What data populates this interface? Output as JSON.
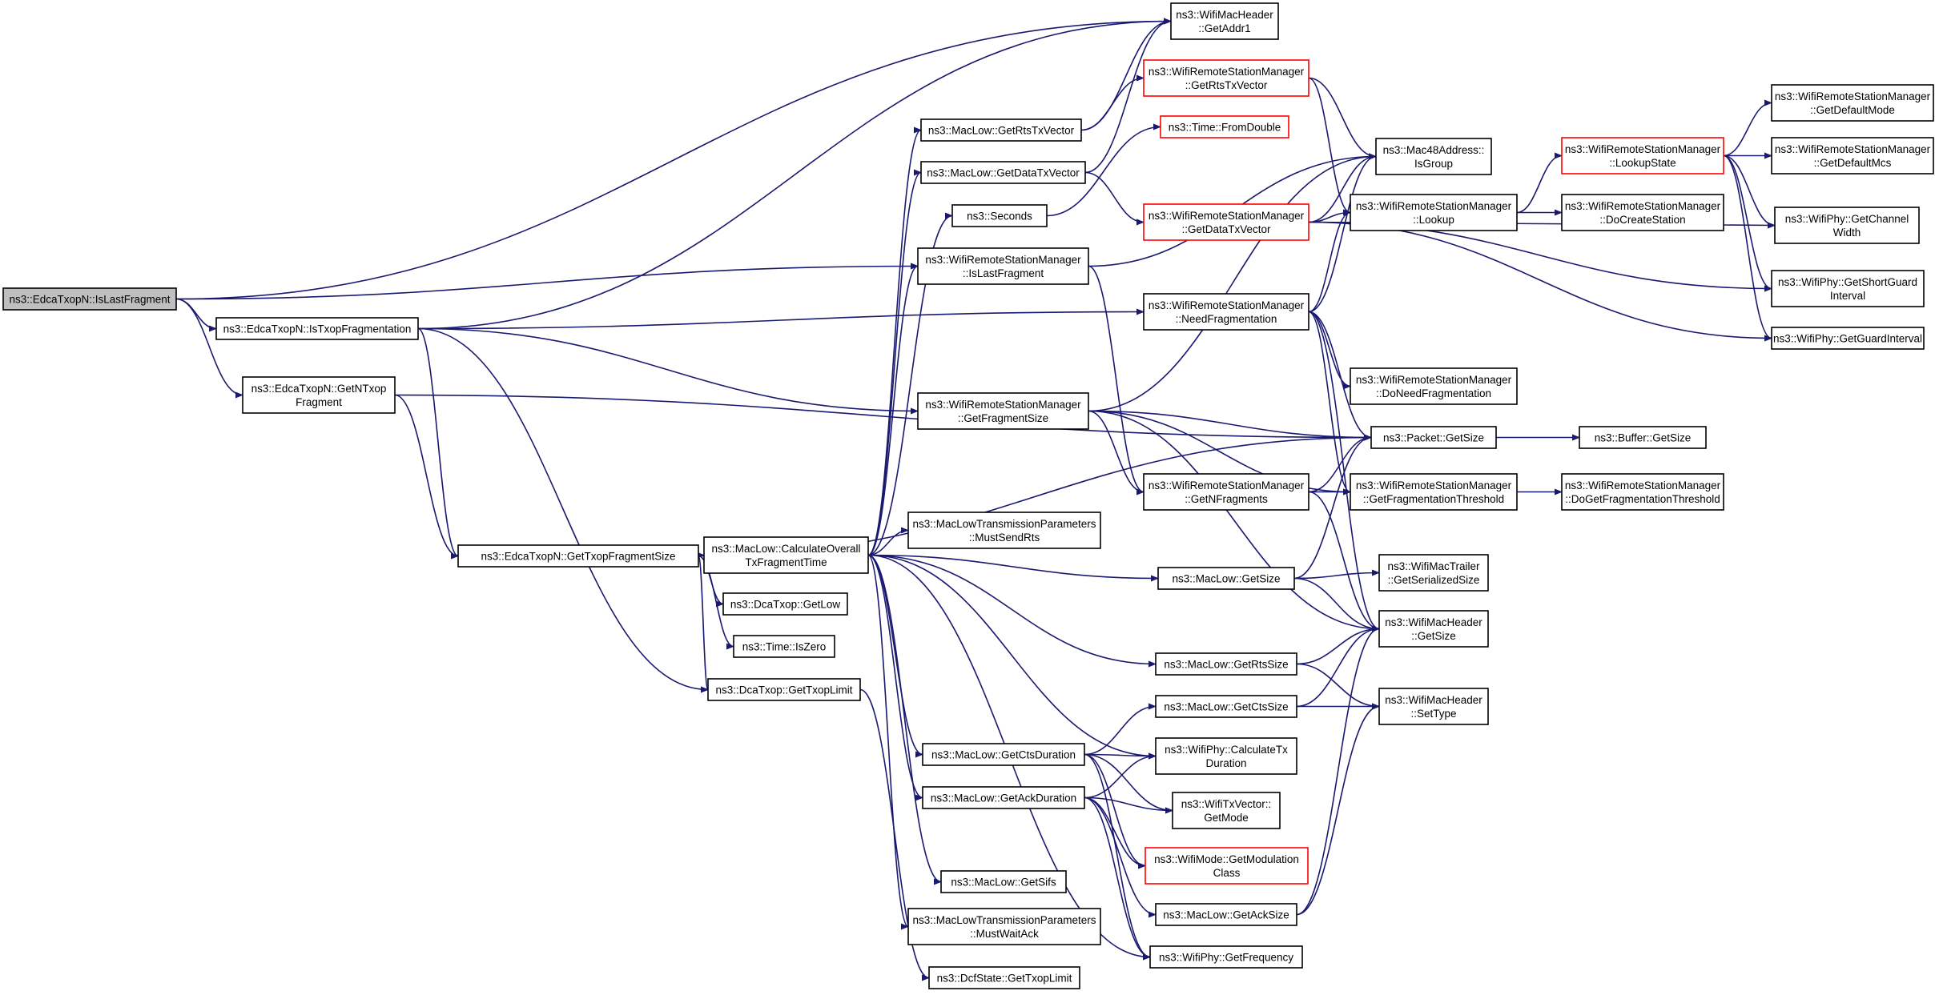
{
  "diagram": {
    "type": "call-graph",
    "colors": {
      "edge": "#191970",
      "truncated_border": "#ff0000",
      "root_fill": "#bfbfbf"
    },
    "nodes": [
      {
        "id": "isLast",
        "lines": [
          "ns3::EdcaTxopN::IsLastFragment"
        ],
        "root": true
      },
      {
        "id": "isTxopFrag",
        "lines": [
          "ns3::EdcaTxopN::IsTxopFragmentation"
        ]
      },
      {
        "id": "getNTxop",
        "lines": [
          "ns3::EdcaTxopN::GetNTxop",
          "Fragment"
        ]
      },
      {
        "id": "getTxopFragSize",
        "lines": [
          "ns3::EdcaTxopN::GetTxopFragmentSize"
        ]
      },
      {
        "id": "calcOverall",
        "lines": [
          "ns3::MacLow::CalculateOverall",
          "TxFragmentTime"
        ]
      },
      {
        "id": "dcaGetLow",
        "lines": [
          "ns3::DcaTxop::GetLow"
        ]
      },
      {
        "id": "timeIsZero",
        "lines": [
          "ns3::Time::IsZero"
        ]
      },
      {
        "id": "dcaGetTxopLimit",
        "lines": [
          "ns3::DcaTxop::GetTxopLimit"
        ]
      },
      {
        "id": "getRtsTxVector",
        "lines": [
          "ns3::MacLow::GetRtsTxVector"
        ]
      },
      {
        "id": "getDataTxVector",
        "lines": [
          "ns3::MacLow::GetDataTxVector"
        ]
      },
      {
        "id": "seconds",
        "lines": [
          "ns3::Seconds"
        ]
      },
      {
        "id": "wrsmIsLastFrag",
        "lines": [
          "ns3::WifiRemoteStationManager",
          "::IsLastFragment"
        ]
      },
      {
        "id": "wrsmGetFragSize",
        "lines": [
          "ns3::WifiRemoteStationManager",
          "::GetFragmentSize"
        ]
      },
      {
        "id": "mustSendRts",
        "lines": [
          "ns3::MacLowTransmissionParameters",
          "::MustSendRts"
        ]
      },
      {
        "id": "getCtsDuration",
        "lines": [
          "ns3::MacLow::GetCtsDuration"
        ]
      },
      {
        "id": "getAckDuration",
        "lines": [
          "ns3::MacLow::GetAckDuration"
        ]
      },
      {
        "id": "getSifs",
        "lines": [
          "ns3::MacLow::GetSifs"
        ]
      },
      {
        "id": "mustWaitAck",
        "lines": [
          "ns3::MacLowTransmissionParameters",
          "::MustWaitAck"
        ]
      },
      {
        "id": "dcfGetTxopLimit",
        "lines": [
          "ns3::DcfState::GetTxopLimit"
        ]
      },
      {
        "id": "getAddr1",
        "lines": [
          "ns3::WifiMacHeader",
          "::GetAddr1"
        ]
      },
      {
        "id": "wrsmGetRtsTxVector",
        "lines": [
          "ns3::WifiRemoteStationManager",
          "::GetRtsTxVector"
        ],
        "truncated": true
      },
      {
        "id": "fromDouble",
        "lines": [
          "ns3::Time::FromDouble"
        ],
        "truncated": true
      },
      {
        "id": "wrsmGetDataTxVector",
        "lines": [
          "ns3::WifiRemoteStationManager",
          "::GetDataTxVector"
        ],
        "truncated": true
      },
      {
        "id": "needFrag",
        "lines": [
          "ns3::WifiRemoteStationManager",
          "::NeedFragmentation"
        ]
      },
      {
        "id": "getNFrags",
        "lines": [
          "ns3::WifiRemoteStationManager",
          "::GetNFragments"
        ]
      },
      {
        "id": "macLowGetSize",
        "lines": [
          "ns3::MacLow::GetSize"
        ]
      },
      {
        "id": "getRtsSize",
        "lines": [
          "ns3::MacLow::GetRtsSize"
        ]
      },
      {
        "id": "getCtsSize",
        "lines": [
          "ns3::MacLow::GetCtsSize"
        ]
      },
      {
        "id": "calcTxDuration",
        "lines": [
          "ns3::WifiPhy::CalculateTx",
          "Duration"
        ]
      },
      {
        "id": "txVecGetMode",
        "lines": [
          "ns3::WifiTxVector::",
          "GetMode"
        ]
      },
      {
        "id": "getModClass",
        "lines": [
          "ns3::WifiMode::GetModulation",
          "Class"
        ],
        "truncated": true
      },
      {
        "id": "getAckSize",
        "lines": [
          "ns3::MacLow::GetAckSize"
        ]
      },
      {
        "id": "getFrequency",
        "lines": [
          "ns3::WifiPhy::GetFrequency"
        ]
      },
      {
        "id": "isGroup",
        "lines": [
          "ns3::Mac48Address::",
          "IsGroup"
        ]
      },
      {
        "id": "lookup",
        "lines": [
          "ns3::WifiRemoteStationManager",
          "::Lookup"
        ]
      },
      {
        "id": "doNeedFrag",
        "lines": [
          "ns3::WifiRemoteStationManager",
          "::DoNeedFragmentation"
        ]
      },
      {
        "id": "packetGetSize",
        "lines": [
          "ns3::Packet::GetSize"
        ]
      },
      {
        "id": "getFragThreshold",
        "lines": [
          "ns3::WifiRemoteStationManager",
          "::GetFragmentationThreshold"
        ]
      },
      {
        "id": "trailerSerSize",
        "lines": [
          "ns3::WifiMacTrailer",
          "::GetSerializedSize"
        ]
      },
      {
        "id": "hdrGetSize",
        "lines": [
          "ns3::WifiMacHeader",
          "::GetSize"
        ]
      },
      {
        "id": "hdrSetType",
        "lines": [
          "ns3::WifiMacHeader",
          "::SetType"
        ]
      },
      {
        "id": "lookupState",
        "lines": [
          "ns3::WifiRemoteStationManager",
          "::LookupState"
        ],
        "truncated": true
      },
      {
        "id": "doCreateStation",
        "lines": [
          "ns3::WifiRemoteStationManager",
          "::DoCreateStation"
        ]
      },
      {
        "id": "bufferGetSize",
        "lines": [
          "ns3::Buffer::GetSize"
        ]
      },
      {
        "id": "doGetFragThreshold",
        "lines": [
          "ns3::WifiRemoteStationManager",
          "::DoGetFragmentationThreshold"
        ]
      },
      {
        "id": "getDefaultMode",
        "lines": [
          "ns3::WifiRemoteStationManager",
          "::GetDefaultMode"
        ]
      },
      {
        "id": "getDefaultMcs",
        "lines": [
          "ns3::WifiRemoteStationManager",
          "::GetDefaultMcs"
        ]
      },
      {
        "id": "getChannelWidth",
        "lines": [
          "ns3::WifiPhy::GetChannel",
          "Width"
        ]
      },
      {
        "id": "getShortGuard",
        "lines": [
          "ns3::WifiPhy::GetShortGuard",
          "Interval"
        ]
      },
      {
        "id": "getGuardInterval",
        "lines": [
          "ns3::WifiPhy::GetGuardInterval"
        ]
      }
    ],
    "edges": [
      [
        "isLast",
        "getAddr1"
      ],
      [
        "isLast",
        "isTxopFrag"
      ],
      [
        "isLast",
        "getNTxop"
      ],
      [
        "isLast",
        "wrsmIsLastFrag"
      ],
      [
        "isTxopFrag",
        "getAddr1"
      ],
      [
        "isTxopFrag",
        "needFrag"
      ],
      [
        "isTxopFrag",
        "wrsmGetFragSize"
      ],
      [
        "isTxopFrag",
        "getTxopFragSize"
      ],
      [
        "isTxopFrag",
        "dcaGetTxopLimit"
      ],
      [
        "getNTxop",
        "packetGetSize"
      ],
      [
        "getNTxop",
        "getTxopFragSize"
      ],
      [
        "getTxopFragSize",
        "calcOverall"
      ],
      [
        "getTxopFragSize",
        "dcaGetLow"
      ],
      [
        "getTxopFragSize",
        "timeIsZero"
      ],
      [
        "getTxopFragSize",
        "dcaGetTxopLimit"
      ],
      [
        "getTxopFragSize",
        "packetGetSize"
      ],
      [
        "calcOverall",
        "getRtsTxVector"
      ],
      [
        "calcOverall",
        "getDataTxVector"
      ],
      [
        "calcOverall",
        "seconds"
      ],
      [
        "calcOverall",
        "wrsmIsLastFrag"
      ],
      [
        "calcOverall",
        "mustSendRts"
      ],
      [
        "calcOverall",
        "macLowGetSize"
      ],
      [
        "calcOverall",
        "getRtsSize"
      ],
      [
        "calcOverall",
        "calcTxDuration"
      ],
      [
        "calcOverall",
        "getCtsDuration"
      ],
      [
        "calcOverall",
        "getAckDuration"
      ],
      [
        "calcOverall",
        "getSifs"
      ],
      [
        "calcOverall",
        "mustWaitAck"
      ],
      [
        "calcOverall",
        "getFrequency"
      ],
      [
        "getRtsTxVector",
        "getAddr1"
      ],
      [
        "getRtsTxVector",
        "wrsmGetRtsTxVector"
      ],
      [
        "getDataTxVector",
        "getAddr1"
      ],
      [
        "getDataTxVector",
        "wrsmGetDataTxVector"
      ],
      [
        "seconds",
        "fromDouble"
      ],
      [
        "wrsmIsLastFrag",
        "isGroup"
      ],
      [
        "wrsmIsLastFrag",
        "getNFrags"
      ],
      [
        "wrsmGetFragSize",
        "isGroup"
      ],
      [
        "wrsmGetFragSize",
        "packetGetSize"
      ],
      [
        "wrsmGetFragSize",
        "getNFrags"
      ],
      [
        "wrsmGetFragSize",
        "getFragThreshold"
      ],
      [
        "wrsmGetFragSize",
        "hdrGetSize"
      ],
      [
        "wrsmGetRtsTxVector",
        "isGroup"
      ],
      [
        "wrsmGetRtsTxVector",
        "lookup"
      ],
      [
        "wrsmGetDataTxVector",
        "isGroup"
      ],
      [
        "wrsmGetDataTxVector",
        "lookup"
      ],
      [
        "wrsmGetDataTxVector",
        "getChannelWidth"
      ],
      [
        "wrsmGetDataTxVector",
        "getShortGuard"
      ],
      [
        "wrsmGetDataTxVector",
        "getGuardInterval"
      ],
      [
        "needFrag",
        "isGroup"
      ],
      [
        "needFrag",
        "lookup"
      ],
      [
        "needFrag",
        "doNeedFrag"
      ],
      [
        "needFrag",
        "packetGetSize"
      ],
      [
        "needFrag",
        "getFragThreshold"
      ],
      [
        "needFrag",
        "hdrGetSize"
      ],
      [
        "getNFrags",
        "packetGetSize"
      ],
      [
        "getNFrags",
        "getFragThreshold"
      ],
      [
        "getNFrags",
        "hdrGetSize"
      ],
      [
        "macLowGetSize",
        "packetGetSize"
      ],
      [
        "macLowGetSize",
        "trailerSerSize"
      ],
      [
        "macLowGetSize",
        "hdrGetSize"
      ],
      [
        "getRtsSize",
        "hdrGetSize"
      ],
      [
        "getRtsSize",
        "hdrSetType"
      ],
      [
        "getCtsSize",
        "hdrGetSize"
      ],
      [
        "getCtsSize",
        "hdrSetType"
      ],
      [
        "getCtsDuration",
        "getCtsSize"
      ],
      [
        "getCtsDuration",
        "calcTxDuration"
      ],
      [
        "getCtsDuration",
        "txVecGetMode"
      ],
      [
        "getCtsDuration",
        "getModClass"
      ],
      [
        "getCtsDuration",
        "getFrequency"
      ],
      [
        "getAckDuration",
        "calcTxDuration"
      ],
      [
        "getAckDuration",
        "txVecGetMode"
      ],
      [
        "getAckDuration",
        "getModClass"
      ],
      [
        "getAckDuration",
        "getAckSize"
      ],
      [
        "getAckDuration",
        "getFrequency"
      ],
      [
        "getAckSize",
        "hdrGetSize"
      ],
      [
        "getAckSize",
        "hdrSetType"
      ],
      [
        "dcaGetTxopLimit",
        "dcfGetTxopLimit"
      ],
      [
        "lookup",
        "lookupState"
      ],
      [
        "lookup",
        "doCreateStation"
      ],
      [
        "lookupState",
        "getDefaultMode"
      ],
      [
        "lookupState",
        "getDefaultMcs"
      ],
      [
        "lookupState",
        "getChannelWidth"
      ],
      [
        "lookupState",
        "getShortGuard"
      ],
      [
        "lookupState",
        "getGuardInterval"
      ],
      [
        "packetGetSize",
        "bufferGetSize"
      ],
      [
        "getFragThreshold",
        "doGetFragThreshold"
      ]
    ]
  }
}
